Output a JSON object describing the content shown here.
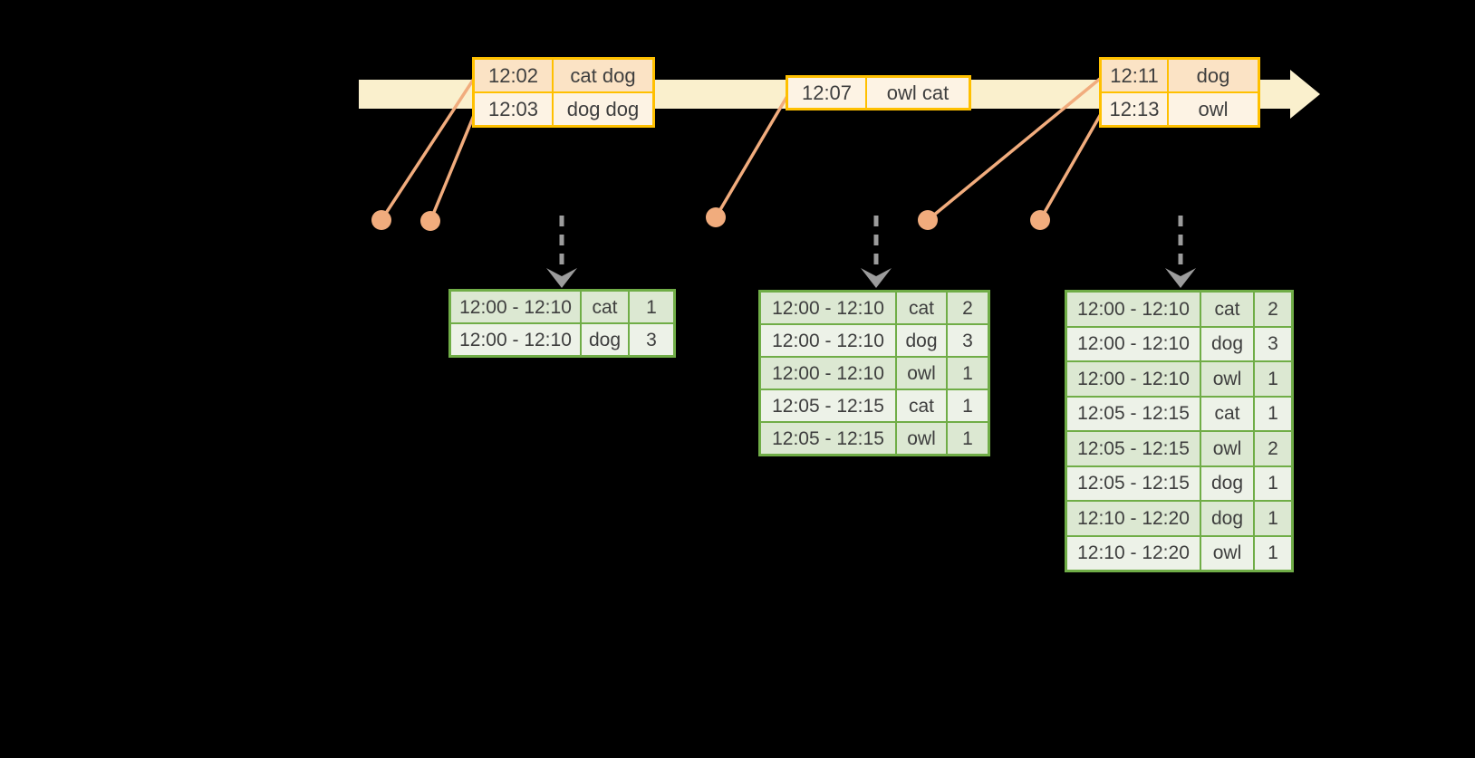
{
  "colors": {
    "background": "#000000",
    "timeline_fill": "#FAF0CD",
    "event_table_border": "#FFC000",
    "event_row_dark": "#FBE3C5",
    "event_row_light": "#FDF3E4",
    "connector_orange": "#F1AC7D",
    "result_table_border": "#70AD47",
    "result_row_dark": "#DCE8D2",
    "result_row_light": "#EDF2E8",
    "trigger_arrow_gray": "#9C9C9C",
    "text": "#3E3E3E"
  },
  "event_tables": [
    {
      "rows": [
        {
          "time": "12:02",
          "words": "cat dog"
        },
        {
          "time": "12:03",
          "words": "dog dog"
        }
      ]
    },
    {
      "rows": [
        {
          "time": "12:07",
          "words": "owl cat"
        }
      ]
    },
    {
      "rows": [
        {
          "time": "12:11",
          "words": "dog"
        },
        {
          "time": "12:13",
          "words": "owl"
        }
      ]
    }
  ],
  "result_tables": [
    {
      "rows": [
        {
          "window": "12:00 - 12:10",
          "word": "cat",
          "count": "1"
        },
        {
          "window": "12:00 - 12:10",
          "word": "dog",
          "count": "3"
        }
      ]
    },
    {
      "rows": [
        {
          "window": "12:00 - 12:10",
          "word": "cat",
          "count": "2"
        },
        {
          "window": "12:00 - 12:10",
          "word": "dog",
          "count": "3"
        },
        {
          "window": "12:00 - 12:10",
          "word": "owl",
          "count": "1"
        },
        {
          "window": "12:05 - 12:15",
          "word": "cat",
          "count": "1"
        },
        {
          "window": "12:05 - 12:15",
          "word": "owl",
          "count": "1"
        }
      ]
    },
    {
      "rows": [
        {
          "window": "12:00 - 12:10",
          "word": "cat",
          "count": "2"
        },
        {
          "window": "12:00 - 12:10",
          "word": "dog",
          "count": "3"
        },
        {
          "window": "12:00 - 12:10",
          "word": "owl",
          "count": "1"
        },
        {
          "window": "12:05 - 12:15",
          "word": "cat",
          "count": "1"
        },
        {
          "window": "12:05 - 12:15",
          "word": "owl",
          "count": "2"
        },
        {
          "window": "12:05 - 12:15",
          "word": "dog",
          "count": "1"
        },
        {
          "window": "12:10 - 12:20",
          "word": "dog",
          "count": "1"
        },
        {
          "window": "12:10 - 12:20",
          "word": "owl",
          "count": "1"
        }
      ]
    }
  ]
}
